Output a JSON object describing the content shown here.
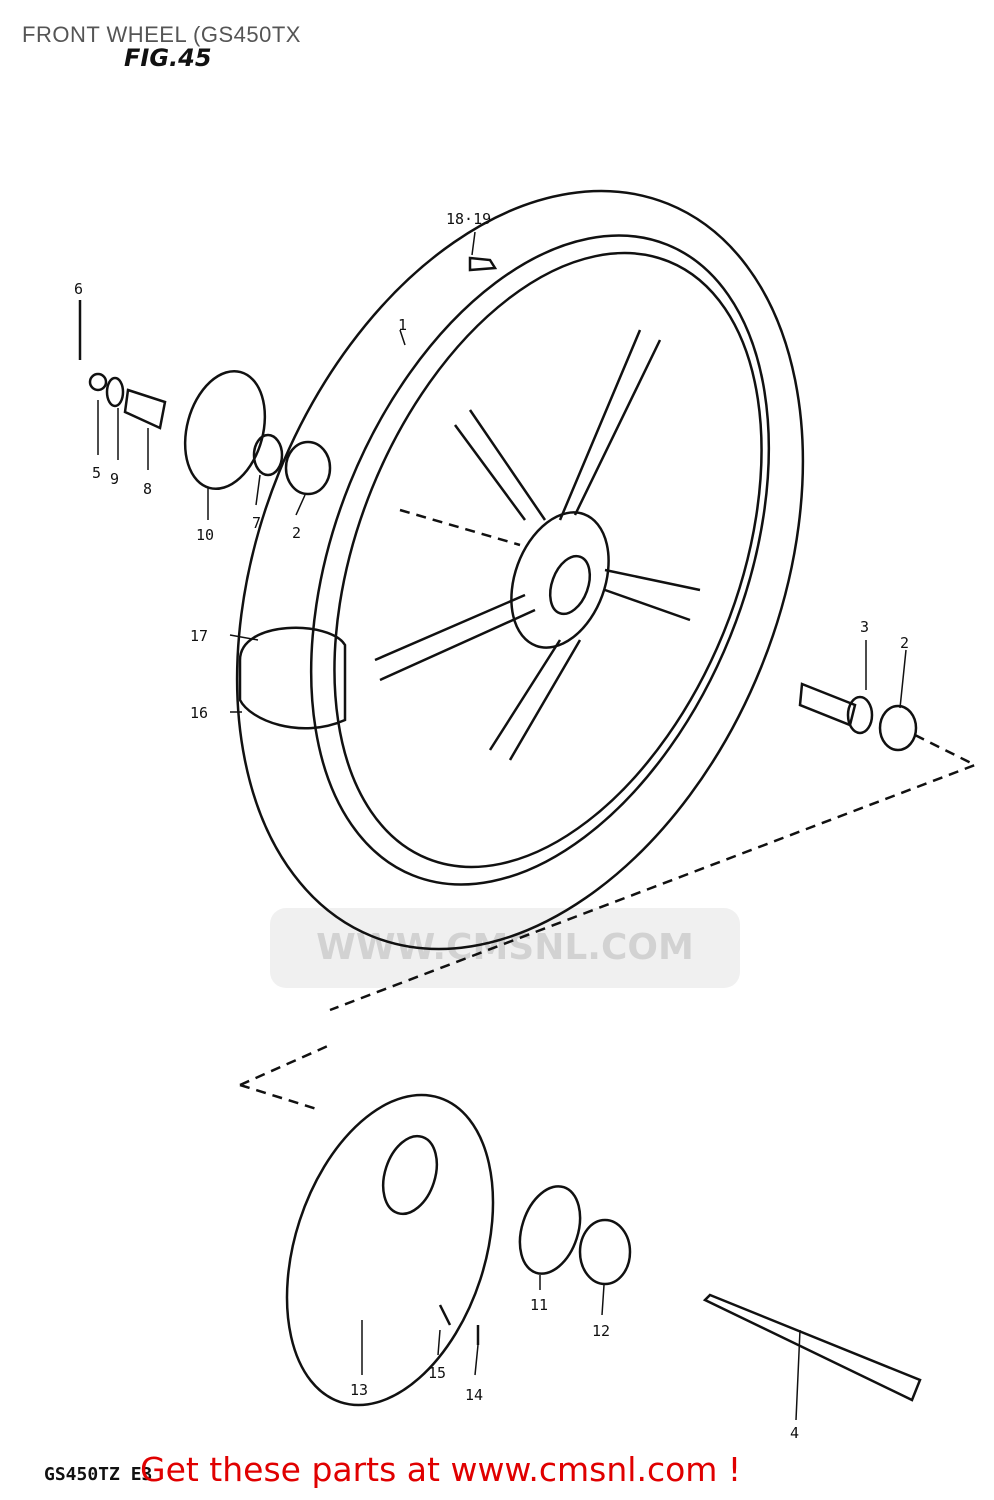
{
  "header": {
    "title": "FRONT WHEEL (GS450TX"
  },
  "figure": {
    "label": "FIG.45",
    "model_code": "GS450TZ E3"
  },
  "watermark": {
    "text": "WWW.CMSNL.COM"
  },
  "callouts": [
    {
      "id": "c1",
      "text": "1"
    },
    {
      "id": "c2a",
      "text": "2"
    },
    {
      "id": "c2b",
      "text": "2"
    },
    {
      "id": "c3",
      "text": "3"
    },
    {
      "id": "c4",
      "text": "4"
    },
    {
      "id": "c5",
      "text": "5"
    },
    {
      "id": "c6",
      "text": "6"
    },
    {
      "id": "c7",
      "text": "7"
    },
    {
      "id": "c8",
      "text": "8"
    },
    {
      "id": "c9",
      "text": "9"
    },
    {
      "id": "c10",
      "text": "10"
    },
    {
      "id": "c11",
      "text": "11"
    },
    {
      "id": "c12",
      "text": "12"
    },
    {
      "id": "c13",
      "text": "13"
    },
    {
      "id": "c14",
      "text": "14"
    },
    {
      "id": "c15",
      "text": "15"
    },
    {
      "id": "c16",
      "text": "16"
    },
    {
      "id": "c17",
      "text": "17"
    },
    {
      "id": "c1819",
      "text": "18·19"
    }
  ],
  "footer": {
    "cta": "Get these parts at www.cmsnl.com !"
  },
  "colors": {
    "line": "#111111",
    "cta": "#e00000"
  }
}
